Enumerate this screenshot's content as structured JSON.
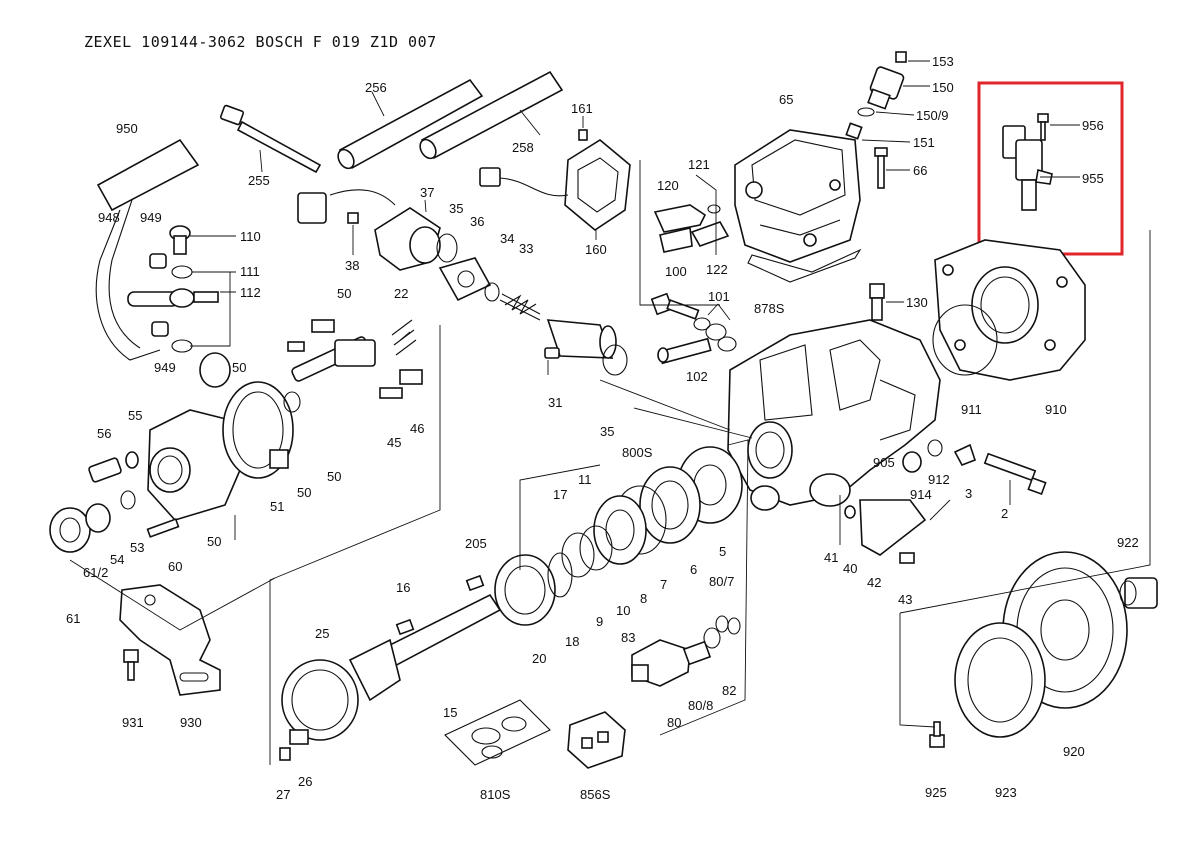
{
  "diagram": {
    "title": "ZEXEL   109144-3062   BOSCH   F 019 Z1D 007",
    "highlight_color": "#e0262b",
    "highlighted_parts": [
      "956",
      "955"
    ],
    "labels": {
      "l153": "153",
      "l150": "150",
      "l150_9": "150/9",
      "l151": "151",
      "l66": "66",
      "l65": "65",
      "l956": "956",
      "l955": "955",
      "l256": "256",
      "l258": "258",
      "l255": "255",
      "l950": "950",
      "l948": "948",
      "l949a": "949",
      "l949b": "949",
      "l110": "110",
      "l111": "111",
      "l112": "112",
      "l161": "161",
      "l160": "160",
      "l37": "37",
      "l38": "38",
      "l35a": "35",
      "l36": "36",
      "l34": "34",
      "l33": "33",
      "l120": "120",
      "l121": "121",
      "l122": "122",
      "l878s": "878S",
      "l100": "100",
      "l101": "101",
      "l102": "102",
      "l130": "130",
      "l50a": "50",
      "l22": "22",
      "l50b": "50",
      "l45": "45",
      "l46": "46",
      "l50c": "50",
      "l50d": "50",
      "l51": "51",
      "l50e": "50",
      "l55": "55",
      "l56": "56",
      "l53": "53",
      "l54": "54",
      "l60": "60",
      "l61": "61",
      "l61_2": "61/2",
      "l31": "31",
      "l35b": "35",
      "l800s": "800S",
      "l911": "911",
      "l910": "910",
      "l905": "905",
      "l912": "912",
      "l914": "914",
      "l3": "3",
      "l2": "2",
      "l17": "17",
      "l11": "11",
      "l5": "5",
      "l6": "6",
      "l7": "7",
      "l8": "8",
      "l9": "9",
      "l10": "10",
      "l205": "205",
      "l16": "16",
      "l18": "18",
      "l20": "20",
      "l25": "25",
      "l15": "15",
      "l26": "26",
      "l27": "27",
      "l810s": "810S",
      "l856s": "856S",
      "l80_7": "80/7",
      "l83": "83",
      "l80_8": "80/8",
      "l82": "82",
      "l80": "80",
      "l41": "41",
      "l40": "40",
      "l42": "42",
      "l43": "43",
      "l922": "922",
      "l920": "920",
      "l925": "925",
      "l923": "923",
      "l931": "931",
      "l930": "930"
    }
  }
}
